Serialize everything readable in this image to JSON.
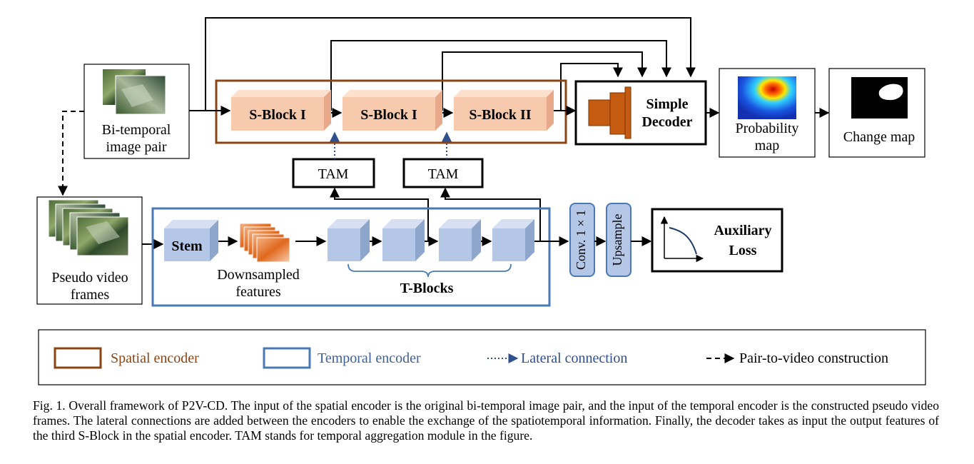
{
  "inputs": {
    "bitemporal": {
      "line1": "Bi-temporal",
      "line2": "image pair"
    },
    "pseudo_video": {
      "line1": "Pseudo video",
      "line2": "frames"
    }
  },
  "spatial_encoder": {
    "blocks": [
      "S-Block I",
      "S-Block I",
      "S-Block II"
    ],
    "color": "#8b4513",
    "block_fill": "#f7c9ad"
  },
  "tam": [
    "TAM",
    "TAM"
  ],
  "decoder": {
    "line1": "Simple",
    "line2": "Decoder"
  },
  "outputs": {
    "probability": {
      "line1": "Probability",
      "line2": "map"
    },
    "change": "Change map"
  },
  "temporal_encoder": {
    "stem": "Stem",
    "downsampled": {
      "line1": "Downsampled",
      "line2": "features"
    },
    "tblocks": "T-Blocks",
    "color": "#4a7ab5",
    "block_fill": "#b4c7e7"
  },
  "head": {
    "conv": "Conv. 1 × 1",
    "upsample": "Upsample"
  },
  "aux_loss": {
    "line1": "Auxiliary",
    "line2": "Loss"
  },
  "legend": {
    "spatial": "Spatial encoder",
    "temporal": "Temporal encoder",
    "lateral": "Lateral connection",
    "pair_to_video": "Pair-to-video construction"
  },
  "caption": "Fig. 1.   Overall framework of P2V-CD. The input of the spatial encoder is the original bi-temporal image pair, and the input of the temporal encoder is the constructed pseudo video frames. The lateral connections are added between the encoders to enable the exchange of the spatiotemporal information. Finally, the decoder takes as input the output features of the third S-Block in the spatial encoder. TAM stands for temporal aggregation module in the figure."
}
